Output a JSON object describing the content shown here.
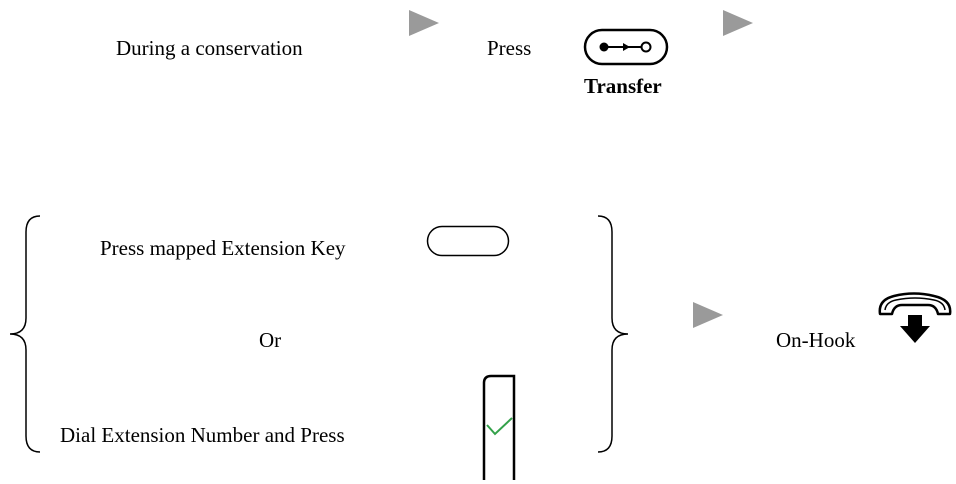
{
  "step1": {
    "text": "During a conservation"
  },
  "step2": {
    "text": "Press",
    "key_icon": "transfer-key-icon",
    "key_label": "Transfer"
  },
  "choices": {
    "option1_text": "Press mapped Extension Key",
    "option1_icon": "extension-key-icon",
    "or_text": "Or",
    "option2_text": "Dial Extension Number and Press",
    "option2_icon": "ok-checkmark-key-icon"
  },
  "step4": {
    "text": "On-Hook",
    "icon": "handset-on-hook-icon"
  },
  "colors": {
    "arrow": "#9a9a9a",
    "check": "#33a14a",
    "text": "#000000"
  },
  "icons": {
    "flow_arrow": "play-triangle-arrow",
    "grouping": "curly-braces"
  }
}
